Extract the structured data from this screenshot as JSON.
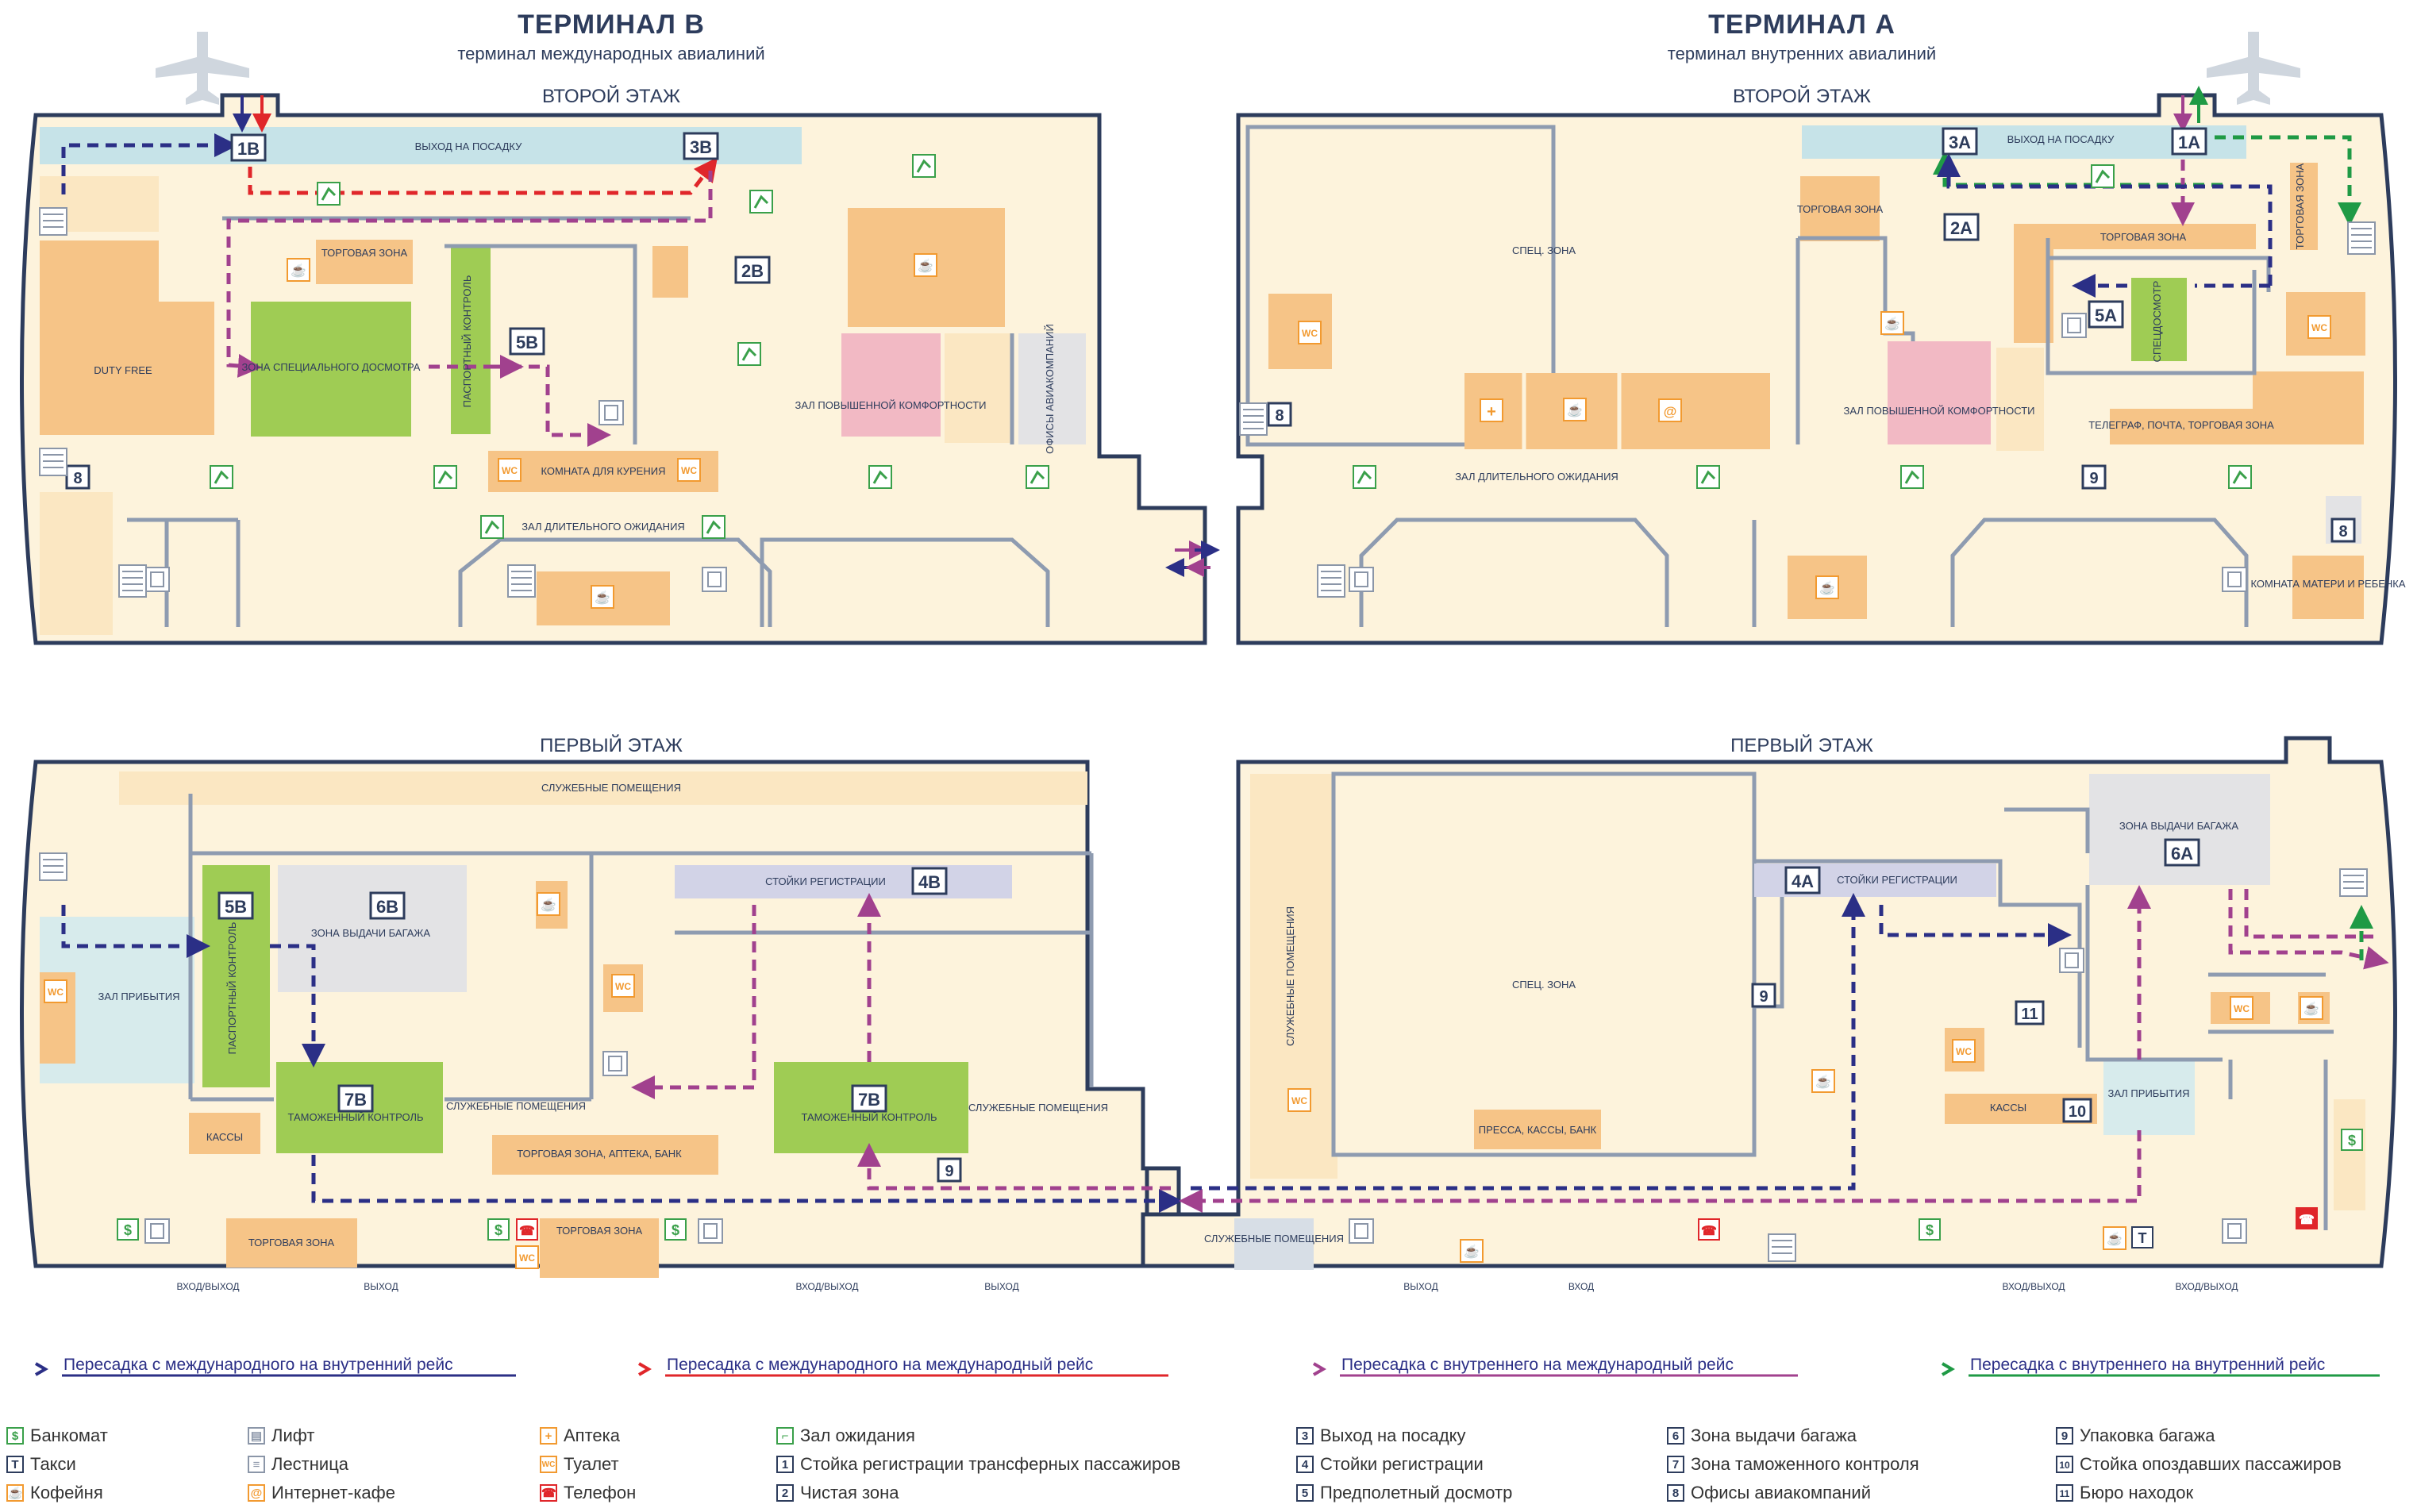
{
  "terminal_b": {
    "title": "ТЕРМИНАЛ В",
    "subtitle": "терминал международных авиалиний"
  },
  "terminal_a": {
    "title": "ТЕРМИНАЛ А",
    "subtitle": "терминал внутренних авиалиний"
  },
  "floors": {
    "second": "ВТОРОЙ ЭТАЖ",
    "first": "ПЕРВЫЙ ЭТАЖ"
  },
  "zones": {
    "b2_gate": "ВЫХОД НА ПОСАДКУ",
    "b2_duty_free": "DUTY FREE",
    "b2_security": "ЗОНА СПЕЦИАЛЬНОГО ДОСМОТРА",
    "b2_shop": "ТОРГОВАЯ ЗОНА",
    "b2_passport": "ПАСПОРТНЫЙ КОНТРОЛЬ",
    "b2_smoking": "КОМНАТА ДЛЯ КУРЕНИЯ",
    "b2_waiting": "ЗАЛ ДЛИТЕЛЬНОГО ОЖИДАНИЯ",
    "b2_comfort": "ЗАЛ ПОВЫШЕННОЙ КОМФОРТНОСТИ",
    "b2_offices": "ОФИСЫ АВИАКОМПАНИЙ",
    "a2_gate": "ВЫХОД НА ПОСАДКУ",
    "a2_special": "СПЕЦ. ЗОНА",
    "a2_shop": "ТОРГОВАЯ ЗОНА",
    "a2_shop2": "ТОРГОВАЯ ЗОНА",
    "a2_comfort": "ЗАЛ ПОВЫШЕННОЙ КОМФОРТНОСТИ",
    "a2_screening": "СПЕЦДОСМОТР",
    "a2_shop3": "ТОРГОВАЯ ЗОНА",
    "a2_telegraph": "ТЕЛЕГРАФ, ПОЧТА, ТОРГОВАЯ ЗОНА",
    "a2_waiting": "ЗАЛ ДЛИТЕЛЬНОГО ОЖИДАНИЯ",
    "a2_mother": "КОМНАТА МАТЕРИ И РЕБЕНКА",
    "b1_service": "СЛУЖЕБНЫЕ ПОМЕЩЕНИЯ",
    "b1_arrival": "ЗАЛ ПРИБЫТИЯ",
    "b1_passport": "ПАСПОРТНЫЙ КОНТРОЛЬ",
    "b1_baggage": "ЗОНА ВЫДАЧИ БАГАЖА",
    "b1_checkin": "СТОЙКИ РЕГИСТРАЦИИ",
    "b1_customs1": "ТАМОЖЕННЫЙ КОНТРОЛЬ",
    "b1_customs2": "ТАМОЖЕННЫЙ КОНТРОЛЬ",
    "b1_service2": "СЛУЖЕБНЫЕ ПОМЕЩЕНИЯ",
    "b1_service3": "СЛУЖЕБНЫЕ ПОМЕЩЕНИЯ",
    "b1_shops": "ТОРГОВАЯ ЗОНА, АПТЕКА, БАНК",
    "b1_cash": "КАССЫ",
    "b1_shop": "ТОРГОВАЯ ЗОНА",
    "b1_shop2": "ТОРГОВАЯ ЗОНА",
    "a1_service_v": "СЛУЖЕБНЫЕ ПОМЕЩЕНИЯ",
    "a1_special": "СПЕЦ. ЗОНА",
    "a1_press": "ПРЕССА, КАССЫ, БАНК",
    "a1_checkin": "СТОЙКИ РЕГИСТРАЦИИ",
    "a1_baggage": "ЗОНА ВЫДАЧИ БАГАЖА",
    "a1_arrival": "ЗАЛ ПРИБЫТИЯ",
    "a1_cash": "КАССЫ",
    "a1_service": "СЛУЖЕБНЫЕ ПОМЕЩЕНИЯ",
    "entry1": "ВХОД/ВЫХОД",
    "exit1": "ВЫХОД",
    "entry2": "ВХОД/ВЫХОД",
    "exit2": "ВЫХОД",
    "exit3": "ВЫХОД",
    "entry3": "ВХОД",
    "entry4": "ВХОД/ВЫХОД",
    "entry5": "ВХОД/ВЫХОД"
  },
  "markers": {
    "m1B": "1В",
    "m3B": "3В",
    "m2B": "2В",
    "m5B": "5В",
    "m8b2": "8",
    "m3A": "3А",
    "m1A": "1А",
    "m2A": "2А",
    "m5A": "5А",
    "m8a2": "8",
    "m9a2": "9",
    "m8a2r": "8",
    "m5B1": "5В",
    "m6B": "6В",
    "m4B": "4В",
    "m7B1": "7В",
    "m7B2": "7В",
    "m9b1": "9",
    "m4A": "4А",
    "m6A": "6А",
    "m9a1": "9",
    "m11": "11",
    "m10": "10"
  },
  "routes": [
    {
      "label": "Пересадка с международного на внутренний рейс",
      "color": "#2b2f86"
    },
    {
      "label": "Пересадка с международного на международный рейс",
      "color": "#e0262a"
    },
    {
      "label": "Пересадка с внутреннего на международный рейс",
      "color": "#a1418e"
    },
    {
      "label": "Пересадка с внутреннего на внутренний рейс",
      "color": "#1f9a45"
    }
  ],
  "legend": {
    "services": [
      {
        "icon": "$",
        "label": "Банкомат",
        "icon_name": "atm-icon"
      },
      {
        "icon": "T",
        "label": "Такси",
        "icon_name": "taxi-icon"
      },
      {
        "icon": "☕",
        "label": "Кофейня",
        "icon_name": "coffee-icon"
      },
      {
        "icon": "▤",
        "label": "Лифт",
        "icon_name": "elevator-icon"
      },
      {
        "icon": "≡",
        "label": "Лестница",
        "icon_name": "stairs-icon"
      },
      {
        "icon": "@",
        "label": "Интернет-кафе",
        "icon_name": "internet-cafe-icon"
      },
      {
        "icon": "+",
        "label": "Аптека",
        "icon_name": "pharmacy-icon"
      },
      {
        "icon": "WC",
        "label": "Туалет",
        "icon_name": "toilet-icon"
      },
      {
        "icon": "☎",
        "label": "Телефон",
        "icon_name": "phone-icon"
      },
      {
        "icon": "⌐",
        "label": "Зал ожидания",
        "icon_name": "waiting-room-icon"
      }
    ],
    "numbers": [
      {
        "num": "1",
        "label": "Стойка регистрации трансферных пассажиров"
      },
      {
        "num": "2",
        "label": "Чистая зона"
      },
      {
        "num": "3",
        "label": "Выход на посадку"
      },
      {
        "num": "4",
        "label": "Стойки регистрации"
      },
      {
        "num": "5",
        "label": "Предполетный досмотр"
      },
      {
        "num": "6",
        "label": "Зона выдачи багажа"
      },
      {
        "num": "7",
        "label": "Зона таможенного контроля"
      },
      {
        "num": "8",
        "label": "Офисы авиакомпаний"
      },
      {
        "num": "9",
        "label": "Упаковка багажа"
      },
      {
        "num": "10",
        "label": "Стойка опоздавших пассажиров"
      },
      {
        "num": "11",
        "label": "Бюро находок"
      }
    ]
  },
  "colors": {
    "floor": "#fdf3dc",
    "wall": "#8e9bb0",
    "shop": "#f6c487",
    "green": "#9fcc54",
    "comfort": "#f2b9c4",
    "gate": "#c6e3e8",
    "checkin": "#d2d3e7",
    "grey": "#e3e3e5",
    "navy": "#2d3c5c"
  }
}
